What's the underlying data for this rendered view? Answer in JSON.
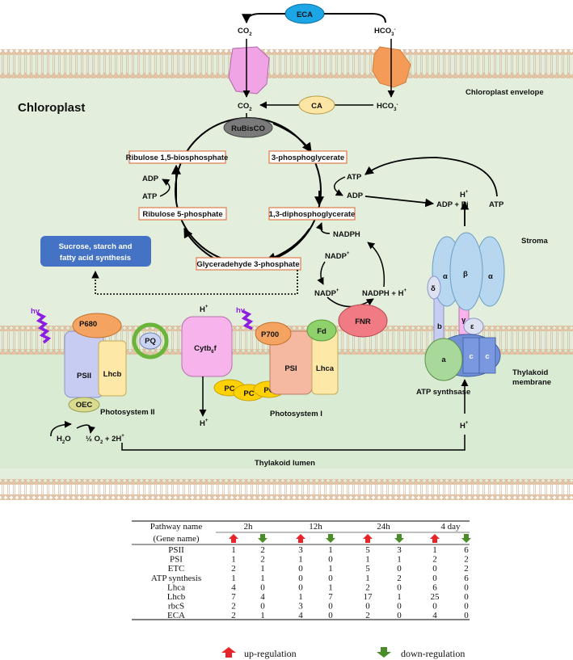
{
  "labels": {
    "chloroplast": "Chloroplast",
    "chloroplast_envelope": "Chloroplast envelope",
    "stroma": "Stroma",
    "thylakoid_membrane_1": "Thylakoid",
    "thylakoid_membrane_2": "membrane",
    "thylakoid_lumen": "Thylakoid lumen",
    "atp_synthase": "ATP synthsase",
    "photosystem_ii": "Photosystem II",
    "photosystem_i": "Photosystem I",
    "hv": "hv"
  },
  "enzymes": {
    "eca": "ECA",
    "ca": "CA",
    "rubisco": "RuBisCO",
    "fnr": "FNR",
    "fd": "Fd",
    "p680": "P680",
    "p700": "P700",
    "psii": "PSII",
    "psi": "PSI",
    "lhcb": "Lhcb",
    "lhca": "Lhca",
    "pq": "PQ",
    "oec": "OEC",
    "pc": "PC",
    "cytb6f_main": "Cytb",
    "cytb6f_sub": "6",
    "cytb6f_end": "f"
  },
  "atp_subunits": {
    "alpha": "α",
    "beta": "β",
    "delta": "δ",
    "gamma": "γ",
    "epsilon": "ε",
    "a": "a",
    "b": "b",
    "c": "c"
  },
  "metabolites": {
    "co2": "CO",
    "co2_sub": "2",
    "hco3": "HCO",
    "hco3_sub": "3",
    "hco3_sup": "-",
    "ribulose_15": "Ribulose 1,5-biosphosphate",
    "pga3": "3-phosphoglycerate",
    "bpg13": "1,3-diphosphoglycerate",
    "ribulose_5": "Ribulose 5-phosphate",
    "g3p": "Glyceradehyde 3-phosphate",
    "adp": "ADP",
    "atp": "ATP",
    "adp_pi": "ADP + Pi",
    "nadph": "NADPH",
    "nadp": "NADP",
    "nadph_h": "NADPH + H",
    "h": "H",
    "plus": "+",
    "h2o": "H",
    "h2o_sub": "2",
    "h2o_end": "O",
    "o2_half": "½ O",
    "o2_sub": "2",
    "two_h": " + 2H",
    "sucrose_1": "Sucrose, starch and",
    "sucrose_2": "fatty acid synthesis"
  },
  "table": {
    "header_left_1": "Pathway name",
    "header_left_2": "(Gene name)",
    "times": [
      "2h",
      "12h",
      "24h",
      "4 day"
    ],
    "rows": [
      {
        "name": "PSII",
        "values": [
          "1",
          "2",
          "3",
          "1",
          "5",
          "3",
          "1",
          "6"
        ]
      },
      {
        "name": "PSI",
        "values": [
          "1",
          "2",
          "1",
          "0",
          "1",
          "1",
          "2",
          "2"
        ]
      },
      {
        "name": "ETC",
        "values": [
          "2",
          "1",
          "0",
          "1",
          "5",
          "0",
          "0",
          "2"
        ]
      },
      {
        "name": "ATP synthesis",
        "values": [
          "1",
          "1",
          "0",
          "0",
          "1",
          "2",
          "0",
          "6"
        ]
      },
      {
        "name": "Lhca",
        "values": [
          "4",
          "0",
          "0",
          "1",
          "2",
          "0",
          "6",
          "0"
        ]
      },
      {
        "name": "Lhcb",
        "values": [
          "7",
          "4",
          "1",
          "7",
          "17",
          "1",
          "25",
          "0"
        ]
      },
      {
        "name": "rbcS",
        "values": [
          "2",
          "0",
          "3",
          "0",
          "0",
          "0",
          "0",
          "0"
        ]
      },
      {
        "name": "ECA",
        "values": [
          "2",
          "1",
          "4",
          "0",
          "2",
          "0",
          "4",
          "0"
        ]
      }
    ]
  },
  "legend": {
    "up": "up-regulation",
    "down": "down-regulation"
  },
  "colors": {
    "stroma_bg": "#e3efdc",
    "membrane_head": "#e4c4a4",
    "eca": "#1ca6e6",
    "ca": "#fce5a5",
    "rubisco": "#7a7a7a",
    "fnr": "#f07b85",
    "fd": "#8fd16b",
    "psii": "#c7cdf2",
    "lhcb": "#fde8a8",
    "psi": "#f4b9a0",
    "pc": "#ffd100",
    "cytb6f": "#f7b4ec",
    "atp_head": "#b7d7f0",
    "up_arrow": "#e8242b",
    "down_arrow": "#4a8c2a",
    "sucrose_box": "#4472c4"
  },
  "icons": [
    "up-arrow-icon",
    "down-arrow-icon",
    "sunlight-wave-icon"
  ]
}
